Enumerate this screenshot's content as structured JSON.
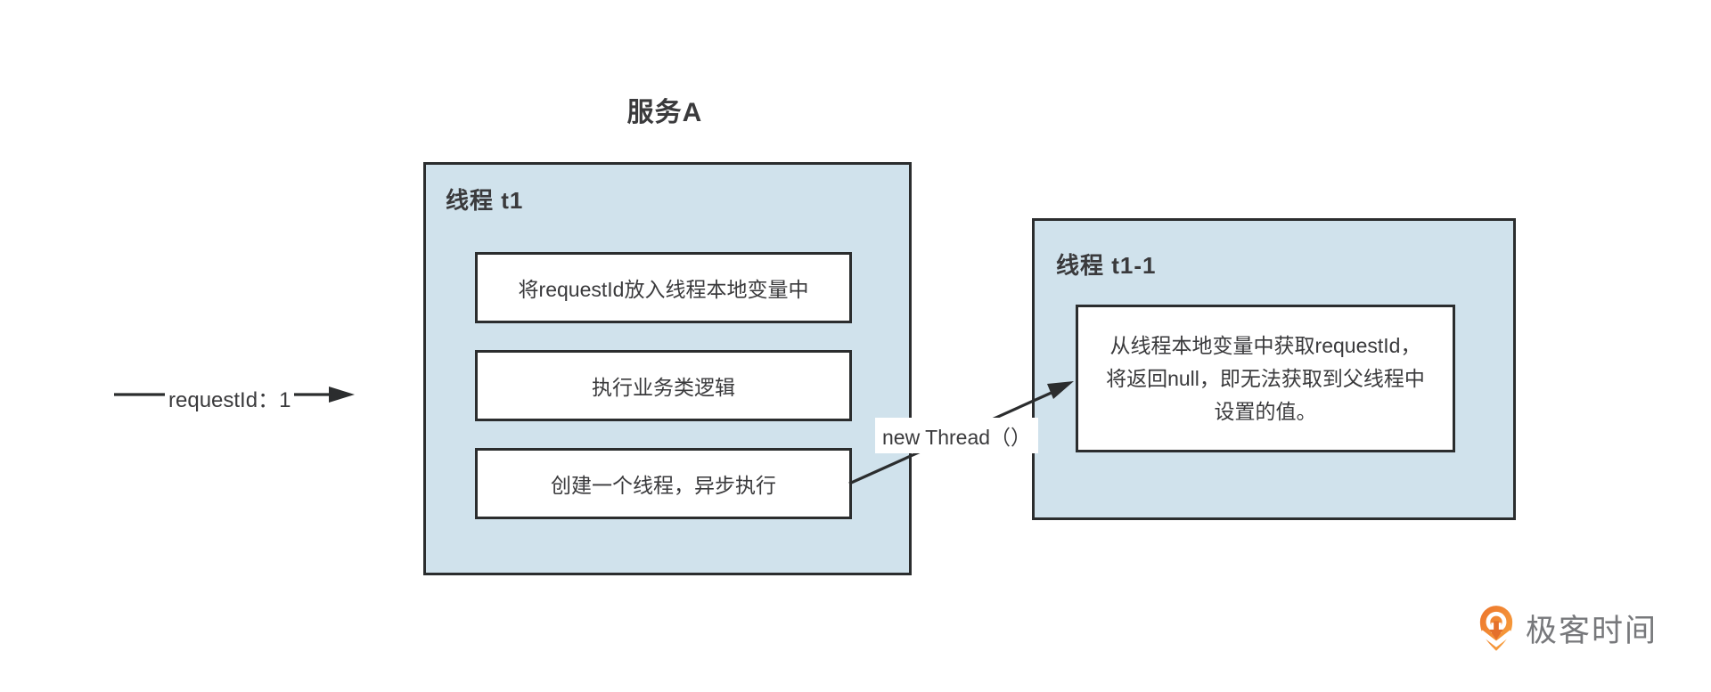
{
  "title": "服务A",
  "request_arrow": {
    "label": "requestId：1"
  },
  "thread_t1": {
    "label": "线程 t1",
    "steps": [
      "将requestId放入线程本地变量中",
      "执行业务类逻辑",
      "创建一个线程，异步执行"
    ]
  },
  "edge": {
    "label": "new Thread（）"
  },
  "thread_t1_1": {
    "label": "线程 t1-1",
    "note_lines": [
      "从线程本地变量中获取requestId，",
      "将返回null，即无法获取到父线程中",
      "设置的值。"
    ]
  },
  "brand": {
    "name": "极客时间"
  },
  "colors": {
    "panel_fill": "#d0e2ec",
    "stroke": "#2b2d2e",
    "text": "#3a3a3c",
    "logo_orange": "#ee8134",
    "logo_text": "#77787b"
  }
}
